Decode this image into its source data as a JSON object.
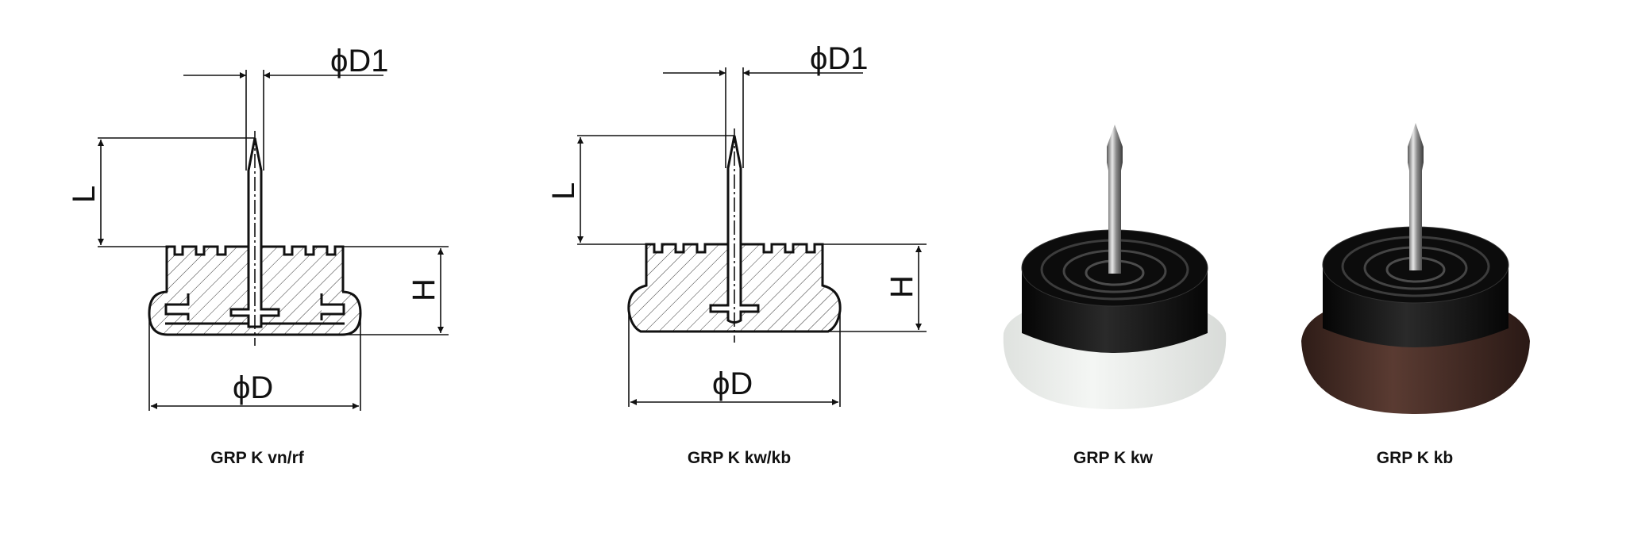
{
  "drawings": [
    {
      "caption": "GRP K vn/rf",
      "pin_dia": "ϕD1",
      "length": "L",
      "height": "H",
      "diameter": "ϕD"
    },
    {
      "caption": "GRP K kw/kb",
      "pin_dia": "ϕD1",
      "length": "L",
      "height": "H",
      "diameter": "ϕD"
    }
  ],
  "photos": [
    {
      "caption": "GRP K kw",
      "base_color": "#e9ece9"
    },
    {
      "caption": "GRP K kb",
      "base_color": "#4a3029"
    }
  ]
}
